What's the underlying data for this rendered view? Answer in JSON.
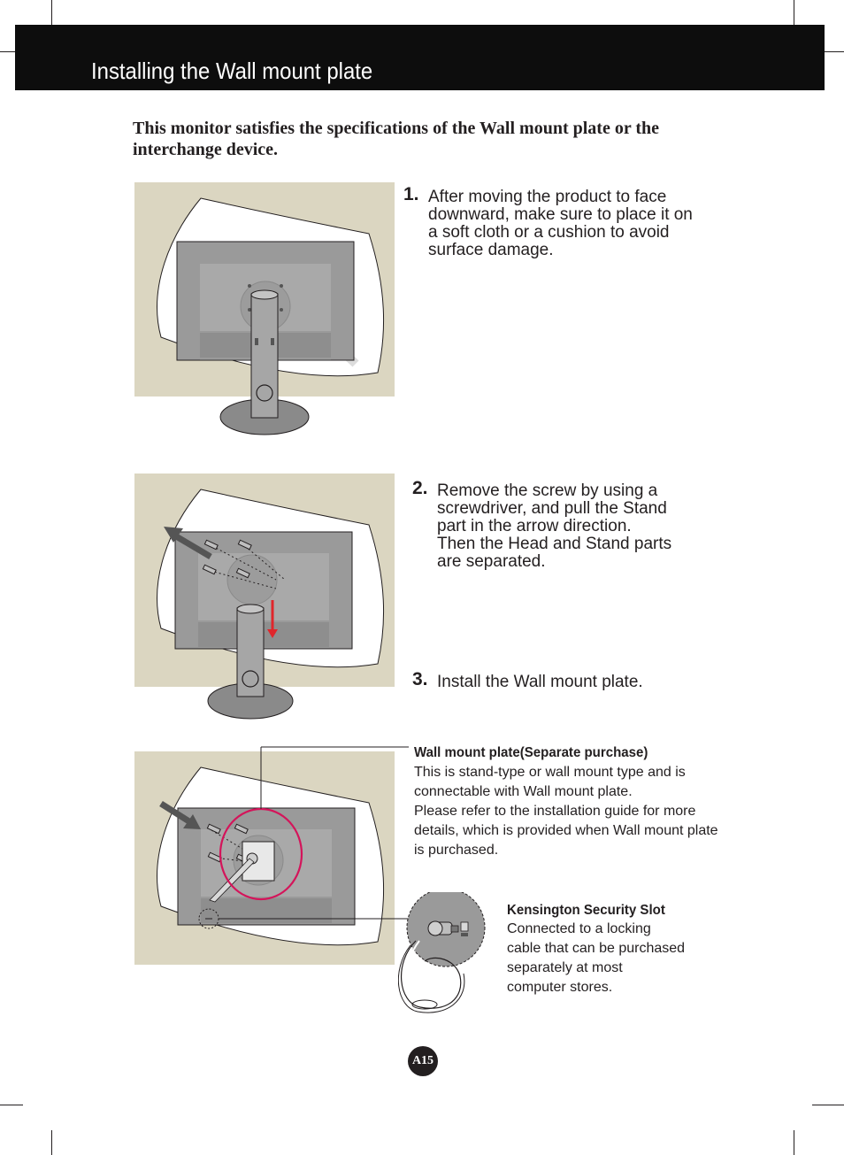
{
  "header": {
    "title": "Installing the Wall mount plate"
  },
  "intro": "This monitor satisfies the specifications of the  Wall mount plate or the interchange device.",
  "steps": [
    {
      "number": "1.",
      "text": "After moving the product to face\ndownward, make sure to place it on\na soft cloth or a cushion to avoid\nsurface damage."
    },
    {
      "number": "2.",
      "text": "Remove the screw by using a\nscrewdriver, and pull the Stand\npart in the arrow direction.\nThen the Head and Stand parts\nare separated."
    },
    {
      "number": "3.",
      "text": "Install the Wall mount plate."
    }
  ],
  "notes": {
    "wall_mount": {
      "title": "Wall mount plate(Separate purchase)",
      "body": "This is stand-type or wall mount type and is\nconnectable with Wall mount plate.\nPlease refer to the installation guide for more\ndetails, which is provided when Wall mount plate\nis purchased."
    },
    "kensington": {
      "title": "Kensington Security Slot",
      "body": "Connected to a locking\ncable that can be purchased\nseparately at most\ncomputer stores."
    }
  },
  "page": {
    "label": "A15"
  },
  "colors": {
    "header_bg": "#0d0d0d",
    "illustration_bg": "#dbd6c1",
    "highlight_circle": "#d4145a",
    "arrow_red": "#e0262b"
  }
}
